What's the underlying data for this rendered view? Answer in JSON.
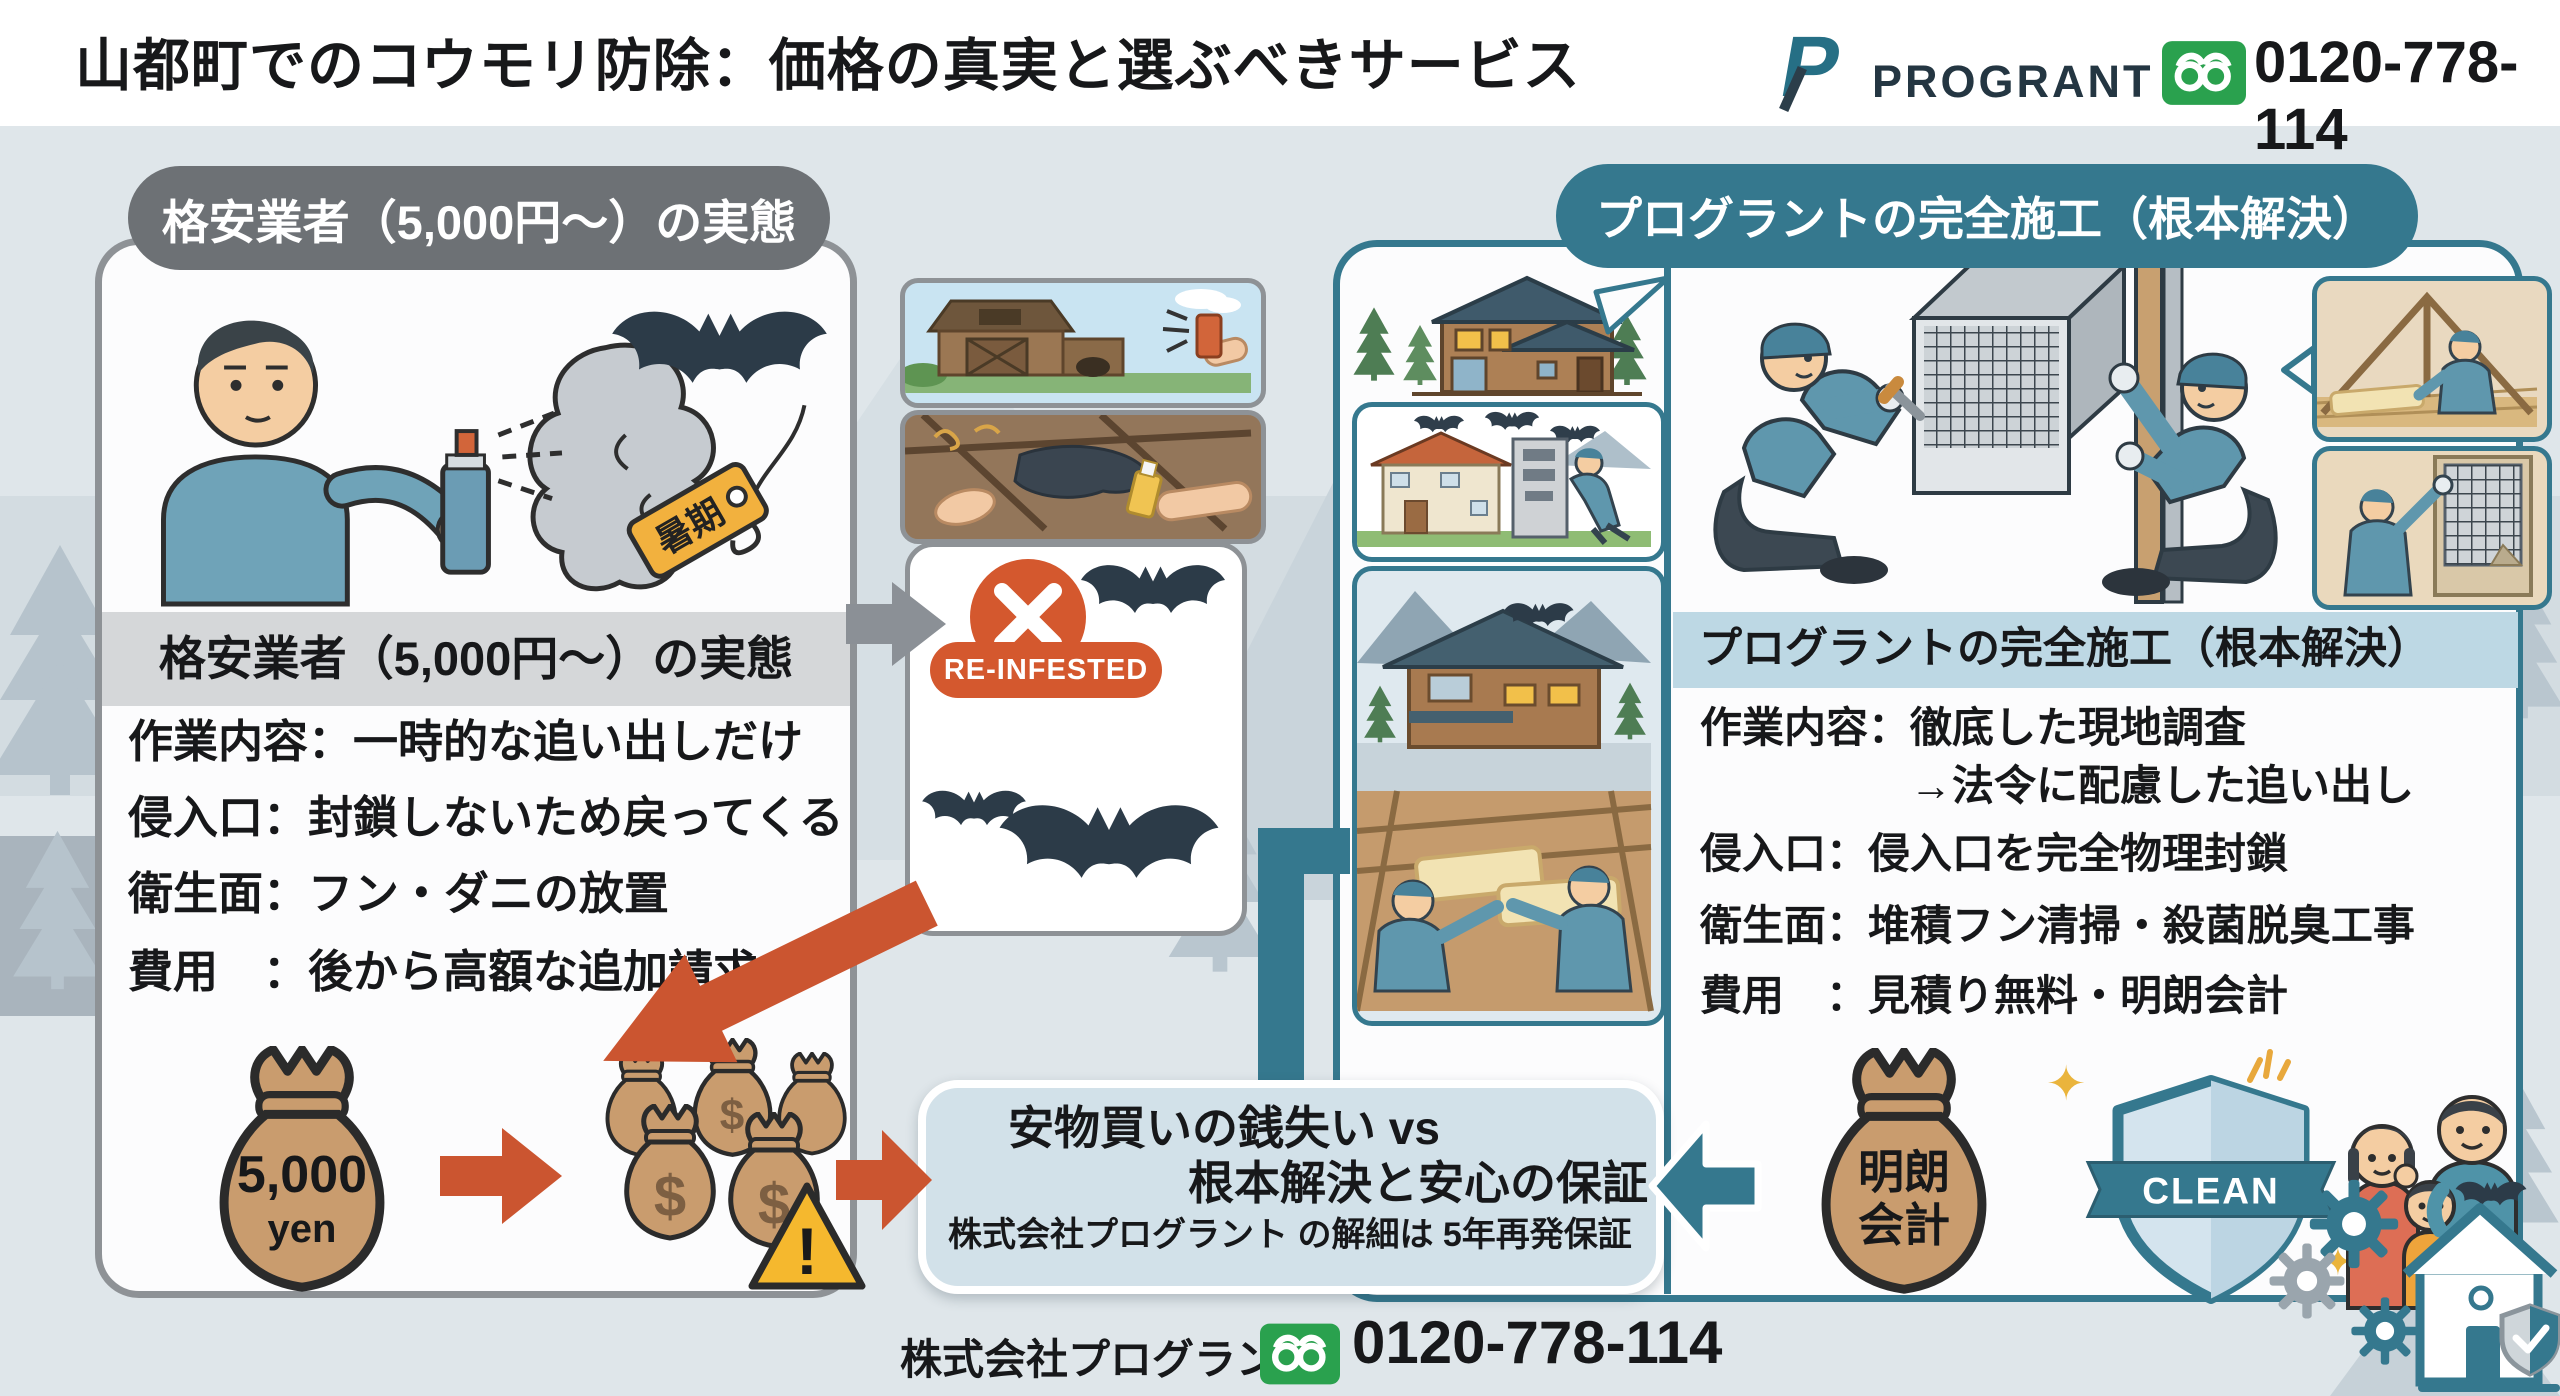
{
  "header": {
    "title": "山都町でのコウモリ防除：価格の真実と選ぶべきサービス",
    "brand": "PROGRANT",
    "logo_letter": "P",
    "phone": "0120-778-114"
  },
  "left_panel": {
    "badge": "格安業者（5,000円～）の実態",
    "price_tag": "暑期",
    "section_title": "格安業者（5,000円～）の実態",
    "rows": [
      "作業内容：一時的な追い出しだけ",
      "侵入口：封鎖しないため戻ってくる",
      "衛生面：フン・ダニの放置",
      "費用　：後から高額な追加請求"
    ],
    "cheap_bag": {
      "amount": "5,000",
      "unit": "yen"
    },
    "dollar_sign": "$",
    "warning_mark": "!"
  },
  "middle_column": {
    "reinfested_label": "RE-INFESTED"
  },
  "center_box": {
    "line1": "安物買いの銭失い vs",
    "line2": "根本解決と安心の保証",
    "line3": "株式会社プログラント の解細は 5年再発保証"
  },
  "right_panel": {
    "badge": "プログラントの完全施工（根本解決）",
    "section_title": "プログラントの完全施工（根本解決）",
    "rows": [
      "作業内容：徹底した現地調査",
      "　　　　　→法令に配慮した追い出し",
      "侵入口：侵入口を完全物理封鎖",
      "衛生面：堆積フン清掃・殺菌脱臭工事",
      "費用　：見積り無料・明朗会計"
    ],
    "clear_bag": {
      "line1": "明朗",
      "line2": "会計"
    },
    "shield_label": "CLEAN",
    "sparkle": "✦"
  },
  "footer": {
    "company": "株式会社プログラント",
    "phone": "0120-778-114"
  },
  "colors": {
    "teal": "#35788e",
    "orange": "#cb5530",
    "badge_gray": "#6d7175",
    "freedial_green": "#2aa14e",
    "warning_yellow": "#f5b82e",
    "money_tan": "#c99c6e",
    "light_blue_bar": "#bdd8e4",
    "center_box_bg": "#d2e1e9",
    "reinfested_orange": "#d4582e",
    "bat_navy": "#2c3b48"
  }
}
